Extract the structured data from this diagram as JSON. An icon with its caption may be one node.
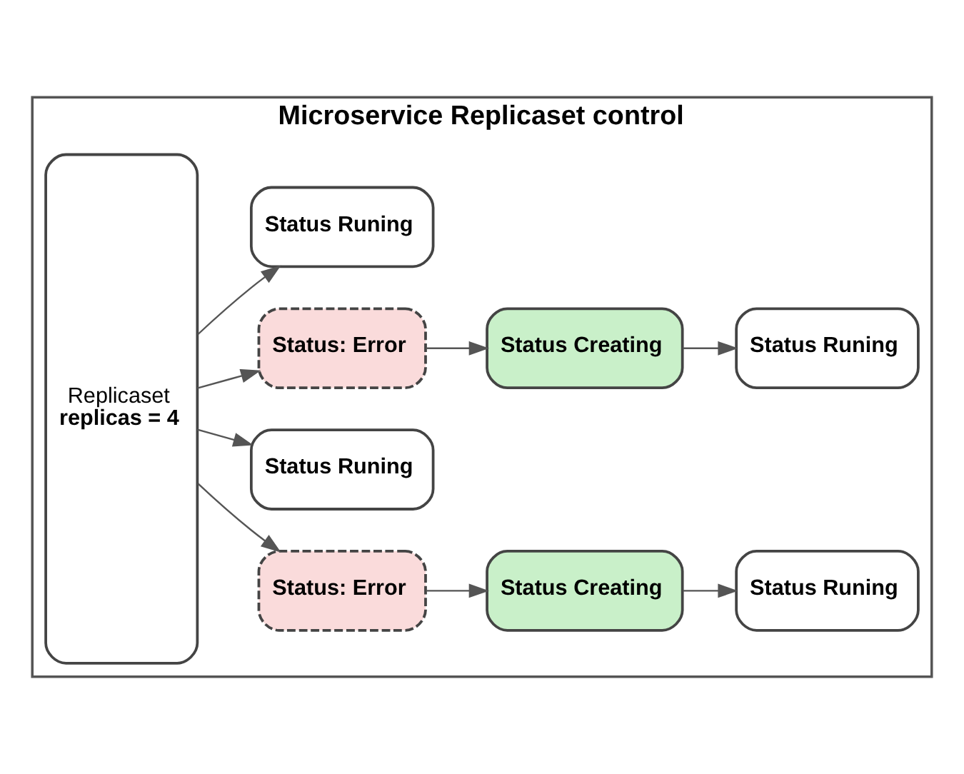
{
  "diagram": {
    "nodes": [
      {
        "text": [
          "Microservice Replicaset control"
        ]
      },
      {
        "text": [
          "Replicaset",
          "replicas = 4"
        ],
        "in": 0
      },
      {
        "text": [
          "Status: Error"
        ],
        "in": 0
      },
      {
        "text": [
          "Status Creating"
        ],
        "in": 0
      },
      {
        "text": [
          "Status Runing"
        ],
        "in": 0
      },
      {
        "text": [
          "Status Runing"
        ],
        "in": 0
      },
      {
        "text": [
          "Status: Error"
        ],
        "in": 0
      },
      {
        "text": [
          "Status Creating"
        ],
        "in": 0
      },
      {
        "text": [
          "Status Runing"
        ],
        "in": 0
      },
      {
        "text": [
          "Status Runing"
        ],
        "in": 0
      }
    ],
    "edges": [
      {
        "from": 1,
        "to": 2,
        "arrow": "to"
      },
      {
        "from": 2,
        "to": 3,
        "arrow": "to"
      },
      {
        "from": 3,
        "to": 4,
        "arrow": "to"
      },
      {
        "from": 1,
        "to": 5,
        "arrow": "to"
      },
      {
        "from": 1,
        "to": 6,
        "arrow": "to"
      },
      {
        "from": 6,
        "to": 7,
        "arrow": "to"
      },
      {
        "from": 7,
        "to": 8,
        "arrow": "to"
      },
      {
        "from": 1,
        "to": 9,
        "arrow": "to"
      }
    ]
  }
}
